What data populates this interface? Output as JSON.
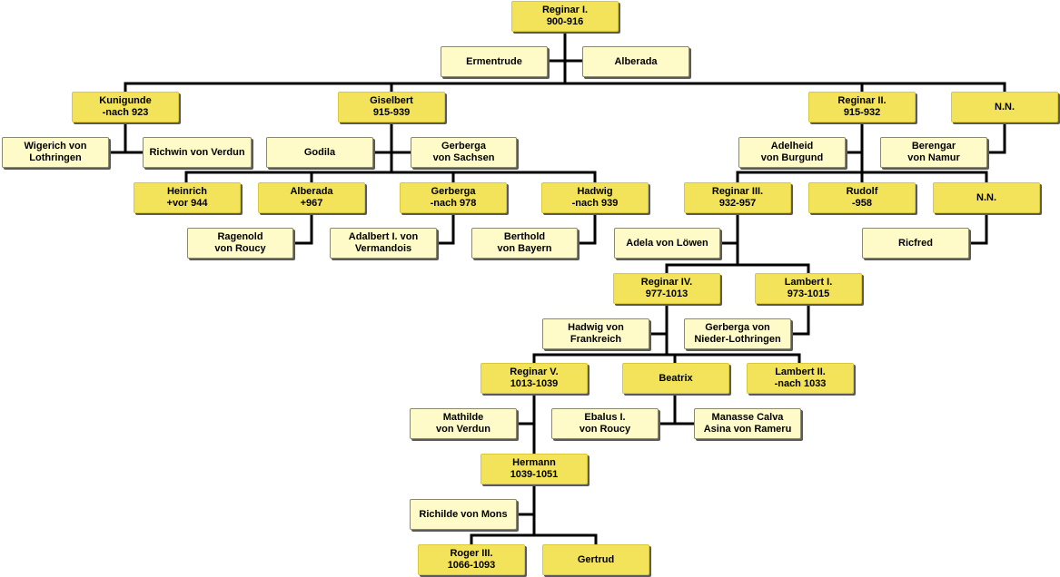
{
  "persons": {
    "reginar1": {
      "name": "Reginar I.",
      "dates": "900-916"
    },
    "ermentrude": {
      "name": "Ermentrude"
    },
    "alberada1": {
      "name": "Alberada"
    },
    "kunigunde": {
      "name": "Kunigunde",
      "dates": "-nach 923"
    },
    "giselbert": {
      "name": "Giselbert",
      "dates": "915-939"
    },
    "reginar2": {
      "name": "Reginar II.",
      "dates": "915-932"
    },
    "nn1": {
      "name": "N.N."
    },
    "wigerich": {
      "name": "Wigerich von",
      "name2": "Lothringen"
    },
    "richwin": {
      "name": "Richwin von Verdun"
    },
    "godila": {
      "name": "Godila"
    },
    "gerberga_sachsen": {
      "name": "Gerberga",
      "name2": "von Sachsen"
    },
    "adelheid": {
      "name": "Adelheid",
      "name2": "von Burgund"
    },
    "berengar": {
      "name": "Berengar",
      "name2": "von Namur"
    },
    "heinrich": {
      "name": "Heinrich",
      "dates": "+vor 944"
    },
    "alberada2": {
      "name": "Alberada",
      "dates": "+967"
    },
    "gerberga2": {
      "name": "Gerberga",
      "dates": "-nach 978"
    },
    "hadwig1": {
      "name": "Hadwig",
      "dates": "-nach 939"
    },
    "reginar3": {
      "name": "Reginar III.",
      "dates": "932-957"
    },
    "rudolf": {
      "name": "Rudolf",
      "dates": "-958"
    },
    "nn2": {
      "name": "N.N."
    },
    "ragenold": {
      "name": "Ragenold",
      "name2": "von Roucy"
    },
    "adalbert": {
      "name": "Adalbert I. von",
      "name2": "Vermandois"
    },
    "berthold": {
      "name": "Berthold",
      "name2": "von Bayern"
    },
    "adela": {
      "name": "Adela von Löwen"
    },
    "ricfred": {
      "name": "Ricfred"
    },
    "reginar4": {
      "name": "Reginar IV.",
      "dates": "977-1013"
    },
    "lambert1": {
      "name": "Lambert I.",
      "dates": "973-1015"
    },
    "hadwig_frankreich": {
      "name": "Hadwig von",
      "name2": "Frankreich"
    },
    "gerberga_nl": {
      "name": "Gerberga von",
      "name2": "Nieder-Lothringen"
    },
    "reginar5": {
      "name": "Reginar V.",
      "dates": "1013-1039"
    },
    "beatrix": {
      "name": "Beatrix"
    },
    "lambert2": {
      "name": "Lambert II.",
      "dates": "-nach 1033"
    },
    "mathilde": {
      "name": "Mathilde",
      "name2": "von Verdun"
    },
    "ebalus": {
      "name": "Ebalus I.",
      "name2": "von Roucy"
    },
    "manasse": {
      "name": "Manasse Calva",
      "name2": "Asina von Rameru"
    },
    "hermann": {
      "name": "Hermann",
      "dates": "1039-1051"
    },
    "richilde": {
      "name": "Richilde von Mons"
    },
    "roger3": {
      "name": "Roger III.",
      "dates": "1066-1093"
    },
    "gertrud": {
      "name": "Gertrud"
    }
  },
  "colors": {
    "person_fill": "#f2e35a",
    "spouse_fill": "#fffbc8",
    "line": "#000000"
  }
}
